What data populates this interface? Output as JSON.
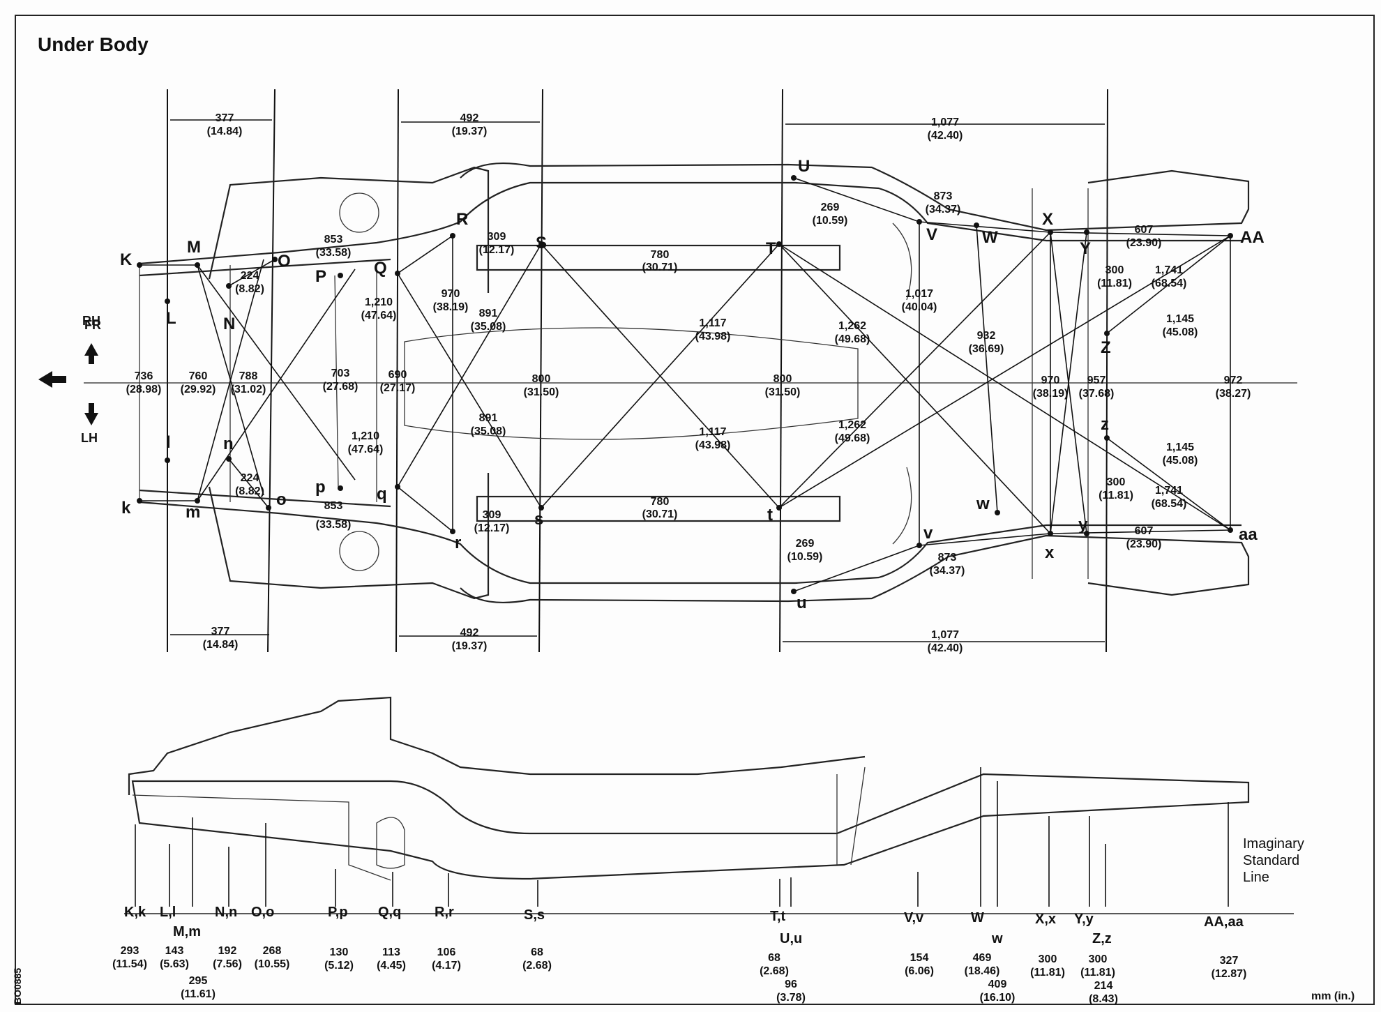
{
  "title": "Under Body",
  "direction": {
    "front": "FR",
    "right": "RH",
    "left": "LH"
  },
  "top_dimensions": [
    {
      "mm": "377",
      "in": "(14.84)"
    },
    {
      "mm": "492",
      "in": "(19.37)"
    },
    {
      "mm": "1,077",
      "in": "(42.40)"
    }
  ],
  "bottom_dimensions": [
    {
      "mm": "377",
      "in": "(14.84)"
    },
    {
      "mm": "492",
      "in": "(19.37)"
    },
    {
      "mm": "1,077",
      "in": "(42.40)"
    }
  ],
  "points_upper": [
    "K",
    "M",
    "O",
    "P",
    "Q",
    "R",
    "S",
    "T",
    "U",
    "V",
    "W",
    "X",
    "Y",
    "Z",
    "AA",
    "L",
    "N"
  ],
  "points_lower": [
    "k",
    "m",
    "o",
    "p",
    "q",
    "r",
    "s",
    "t",
    "u",
    "v",
    "w",
    "x",
    "y",
    "z",
    "aa",
    "l",
    "n"
  ],
  "plan_measurements": [
    {
      "mm": "853",
      "in": "(33.58)"
    },
    {
      "mm": "224",
      "in": "(8.82)"
    },
    {
      "mm": "309",
      "in": "(12.17)"
    },
    {
      "mm": "780",
      "in": "(30.71)"
    },
    {
      "mm": "269",
      "in": "(10.59)"
    },
    {
      "mm": "873",
      "in": "(34.37)"
    },
    {
      "mm": "607",
      "in": "(23.90)"
    },
    {
      "mm": "300",
      "in": "(11.81)"
    },
    {
      "mm": "1,741",
      "in": "(68.54)"
    },
    {
      "mm": "1,210",
      "in": "(47.64)"
    },
    {
      "mm": "970",
      "in": "(38.19)"
    },
    {
      "mm": "891",
      "in": "(35.08)"
    },
    {
      "mm": "1,117",
      "in": "(43.98)"
    },
    {
      "mm": "1,262",
      "in": "(49.68)"
    },
    {
      "mm": "1,017",
      "in": "(40.04)"
    },
    {
      "mm": "932",
      "in": "(36.69)"
    },
    {
      "mm": "1,145",
      "in": "(45.08)"
    },
    {
      "mm": "736",
      "in": "(28.98)"
    },
    {
      "mm": "760",
      "in": "(29.92)"
    },
    {
      "mm": "788",
      "in": "(31.02)"
    },
    {
      "mm": "703",
      "in": "(27.68)"
    },
    {
      "mm": "690",
      "in": "(27.17)"
    },
    {
      "mm": "800",
      "in": "(31.50)"
    },
    {
      "mm": "957",
      "in": "(37.68)"
    },
    {
      "mm": "972",
      "in": "(38.27)"
    }
  ],
  "side_labels": [
    "K,k",
    "L,l",
    "M,m",
    "N,n",
    "O,o",
    "P,p",
    "Q,q",
    "R,r",
    "S,s",
    "T,t",
    "U,u",
    "V,v",
    "W",
    "w",
    "X,x",
    "Y,y",
    "Z,z",
    "AA,aa"
  ],
  "heights": [
    {
      "mm": "293",
      "in": "(11.54)"
    },
    {
      "mm": "143",
      "in": "(5.63)"
    },
    {
      "mm": "295",
      "in": "(11.61)"
    },
    {
      "mm": "192",
      "in": "(7.56)"
    },
    {
      "mm": "268",
      "in": "(10.55)"
    },
    {
      "mm": "130",
      "in": "(5.12)"
    },
    {
      "mm": "113",
      "in": "(4.45)"
    },
    {
      "mm": "106",
      "in": "(4.17)"
    },
    {
      "mm": "68",
      "in": "(2.68)"
    },
    {
      "mm": "68",
      "in": "(2.68)"
    },
    {
      "mm": "96",
      "in": "(3.78)"
    },
    {
      "mm": "154",
      "in": "(6.06)"
    },
    {
      "mm": "469",
      "in": "(18.46)"
    },
    {
      "mm": "409",
      "in": "(16.10)"
    },
    {
      "mm": "300",
      "in": "(11.81)"
    },
    {
      "mm": "300",
      "in": "(11.81)"
    },
    {
      "mm": "214",
      "in": "(8.43)"
    },
    {
      "mm": "327",
      "in": "(12.87)"
    }
  ],
  "standard_line": [
    "Imaginary",
    "Standard",
    "Line"
  ],
  "units": "mm (in.)",
  "code": "BO0885"
}
